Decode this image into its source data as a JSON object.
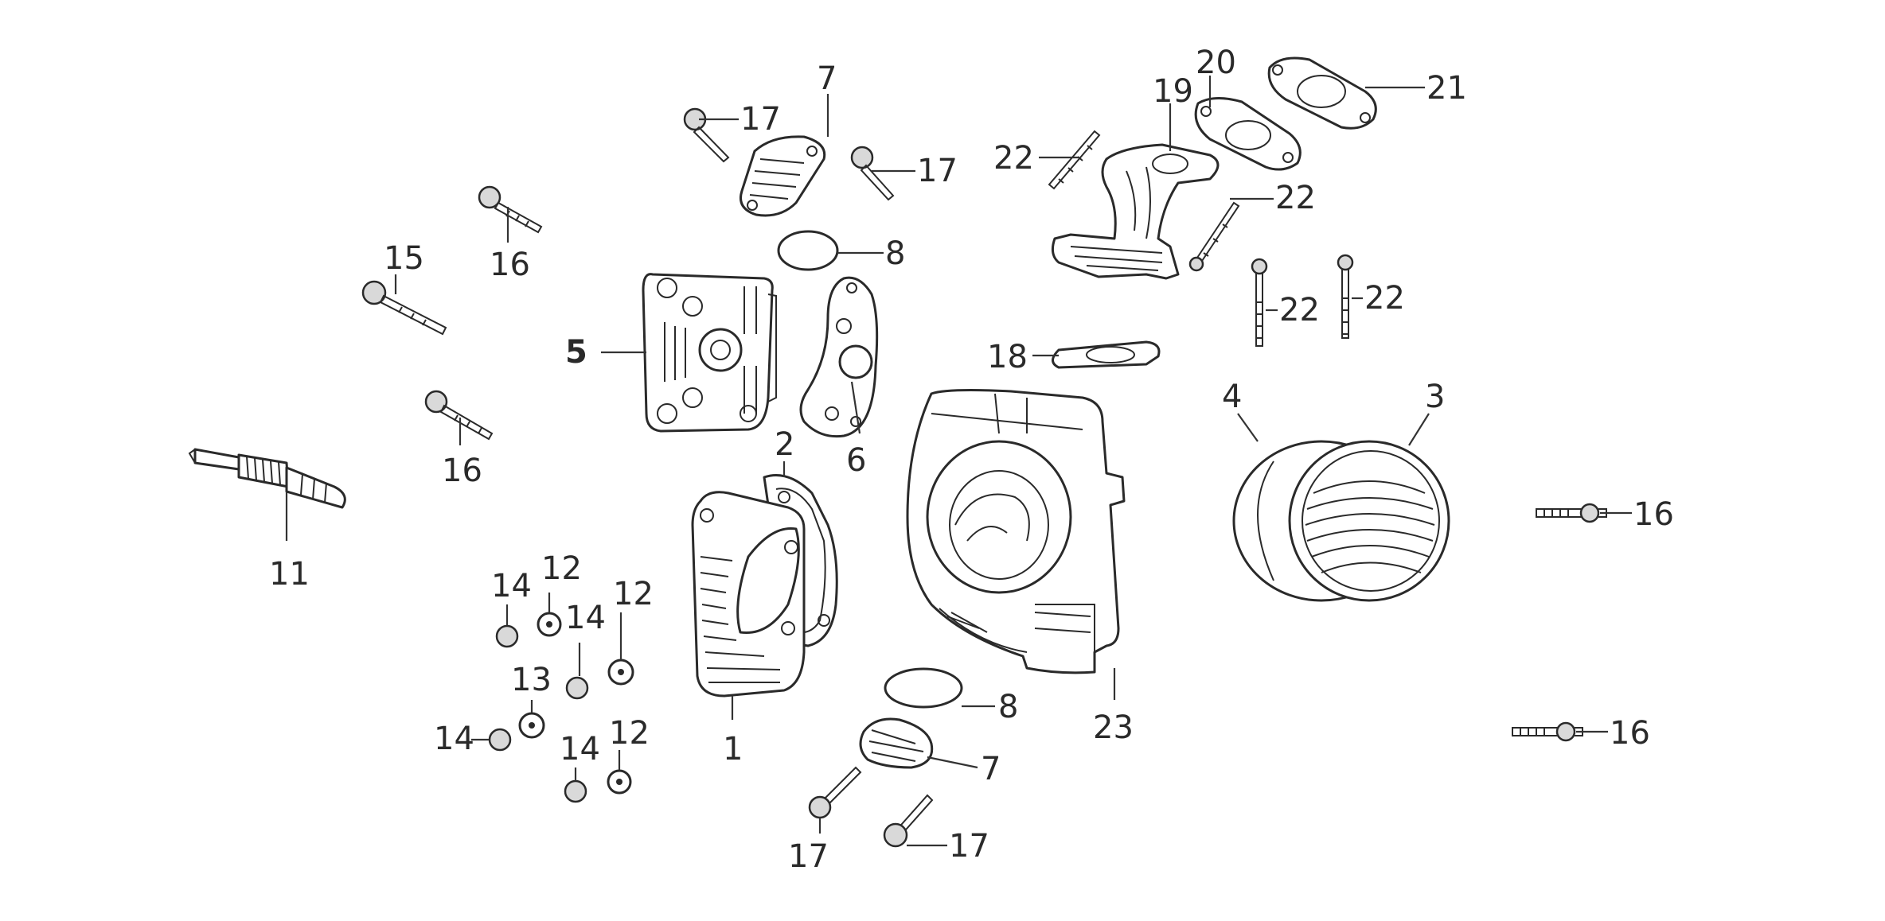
{
  "labels": {
    "l1": "1",
    "l2": "2",
    "l3": "3",
    "l4": "4",
    "l5": "5",
    "l6": "6",
    "l7a": "7",
    "l7b": "7",
    "l8a": "8",
    "l8b": "8",
    "l11": "11",
    "l12a": "12",
    "l12b": "12",
    "l12c": "12",
    "l13": "13",
    "l14a": "14",
    "l14b": "14",
    "l14c": "14",
    "l14d": "14",
    "l15": "15",
    "l16a": "16",
    "l16b": "16",
    "l16c": "16",
    "l16d": "16",
    "l17a": "17",
    "l17b": "17",
    "l17c": "17",
    "l17d": "17",
    "l18": "18",
    "l19": "19",
    "l20": "20",
    "l21": "21",
    "l22a": "22",
    "l22b": "22",
    "l22c": "22",
    "l22d": "22",
    "l23": "23"
  }
}
